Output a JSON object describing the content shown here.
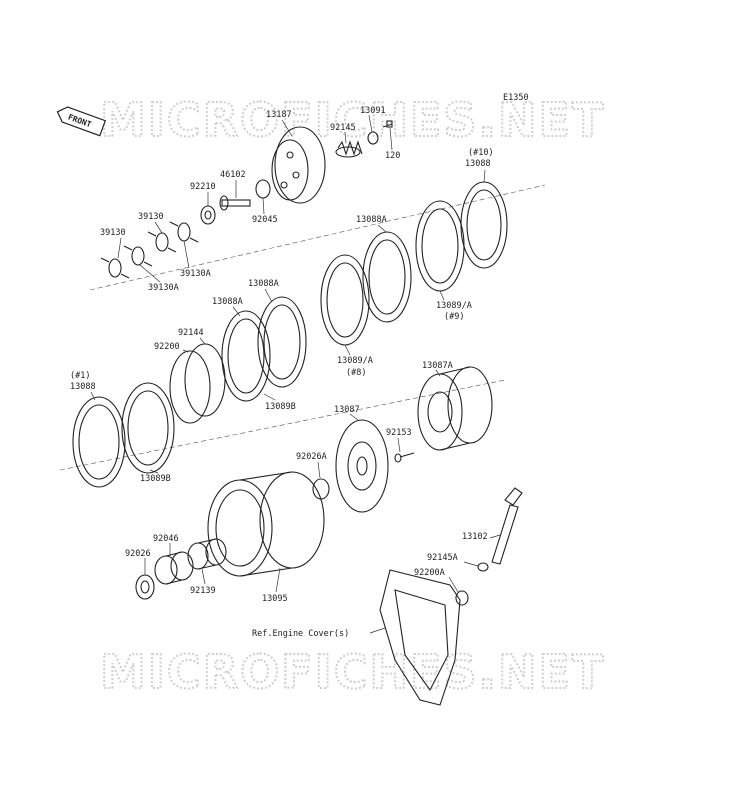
{
  "diagram_code": "E1350",
  "front_label": "FRONT",
  "watermark": "MICROFICHES.NET",
  "labels": {
    "p13187": "13187",
    "p13091": "13091",
    "p92145": "92145",
    "p120": "120",
    "p46102": "46102",
    "p92210": "92210",
    "p92045": "92045",
    "p10note": "(#10)",
    "p13088top": "13088",
    "p39130a": "39130",
    "p39130b": "39130",
    "p39130Aa": "39130A",
    "p39130Ab": "39130A",
    "p13088Atop": "13088A",
    "p13088Amid": "13088A",
    "p13088Aleft": "13088A",
    "p13089A9": "13089/A",
    "p9note": "(#9)",
    "p92144": "92144",
    "p92200": "92200",
    "p13089A8": "13089/A",
    "p8note": "(#8)",
    "p13089Bmid": "13089B",
    "p1note": "(#1)",
    "p13088left": "13088",
    "p13089Bleft": "13089B",
    "p13087A": "13087A",
    "p13087": "13087",
    "p92153": "92153",
    "p92026A": "92026A",
    "p13102": "13102",
    "p92145A": "92145A",
    "p92200A": "92200A",
    "p92046": "92046",
    "p92026": "92026",
    "p92139": "92139",
    "p13095": "13095",
    "engine_cover": "Ref.Engine Cover(s)"
  }
}
